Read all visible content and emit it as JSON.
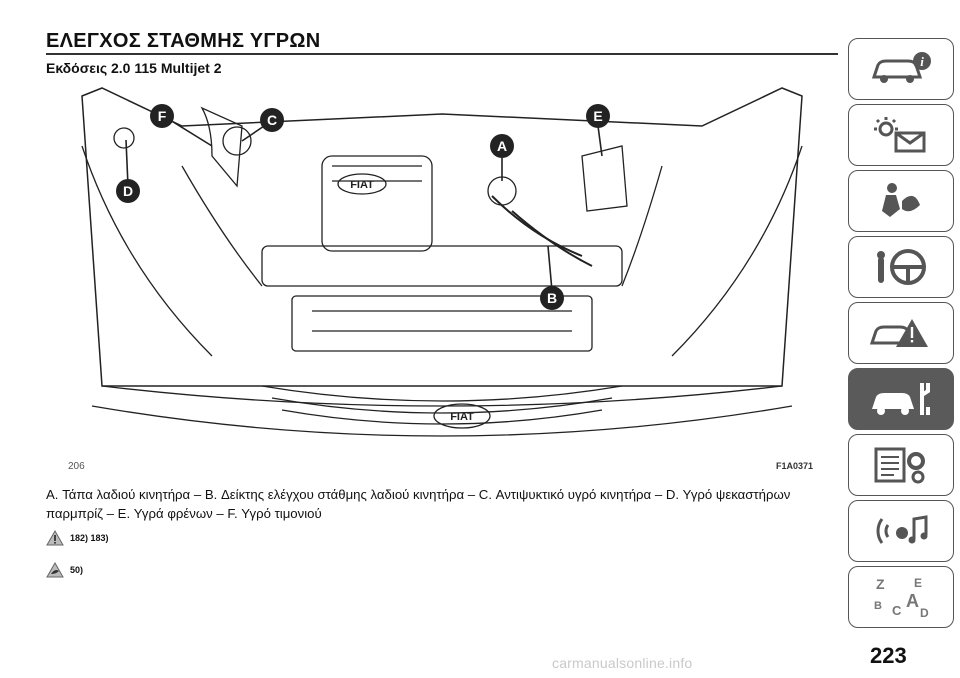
{
  "header": {
    "title": "ΕΛΕΓΧΟΣ ΣΤΑΘΜΗΣ ΥΓΡΩΝ",
    "subtitle": "Εκδόσεις 2.0 115 Multijet 2"
  },
  "figure": {
    "number": "206",
    "code": "F1A0371",
    "brand_marks": [
      "FIAT",
      "FIAT"
    ],
    "callouts": [
      "A",
      "B",
      "C",
      "D",
      "E",
      "F"
    ]
  },
  "caption": "A. Τάπα λαδιού κινητήρα – B. Δείκτης ελέγχου στάθμης λαδιού κινητήρα – C. Αντιψυκτικό υγρό κινητήρα – D. Υγρό ψεκαστήρων παρμπρίζ – E. Υγρά φρένων – F. Υγρό τιμονιού",
  "warnings": [
    {
      "icon": "warning-triangle-icon",
      "text": "182) 183)"
    },
    {
      "icon": "environment-triangle-icon",
      "text": "50)"
    }
  ],
  "side_tabs": [
    {
      "icon": "car-info-icon",
      "active": false
    },
    {
      "icon": "warning-lights-icon",
      "active": false
    },
    {
      "icon": "airbag-safety-icon",
      "active": false
    },
    {
      "icon": "steering-wheel-icon",
      "active": false
    },
    {
      "icon": "car-emergency-icon",
      "active": false
    },
    {
      "icon": "car-maintenance-icon",
      "active": true
    },
    {
      "icon": "specifications-icon",
      "active": false
    },
    {
      "icon": "multimedia-icon",
      "active": false
    },
    {
      "icon": "alphabetical-index-icon",
      "active": false
    }
  ],
  "page_number": "223",
  "watermark": "carmanualsonline.info",
  "colors": {
    "accent": "#333333",
    "active_tab": "#5a5a5a"
  }
}
